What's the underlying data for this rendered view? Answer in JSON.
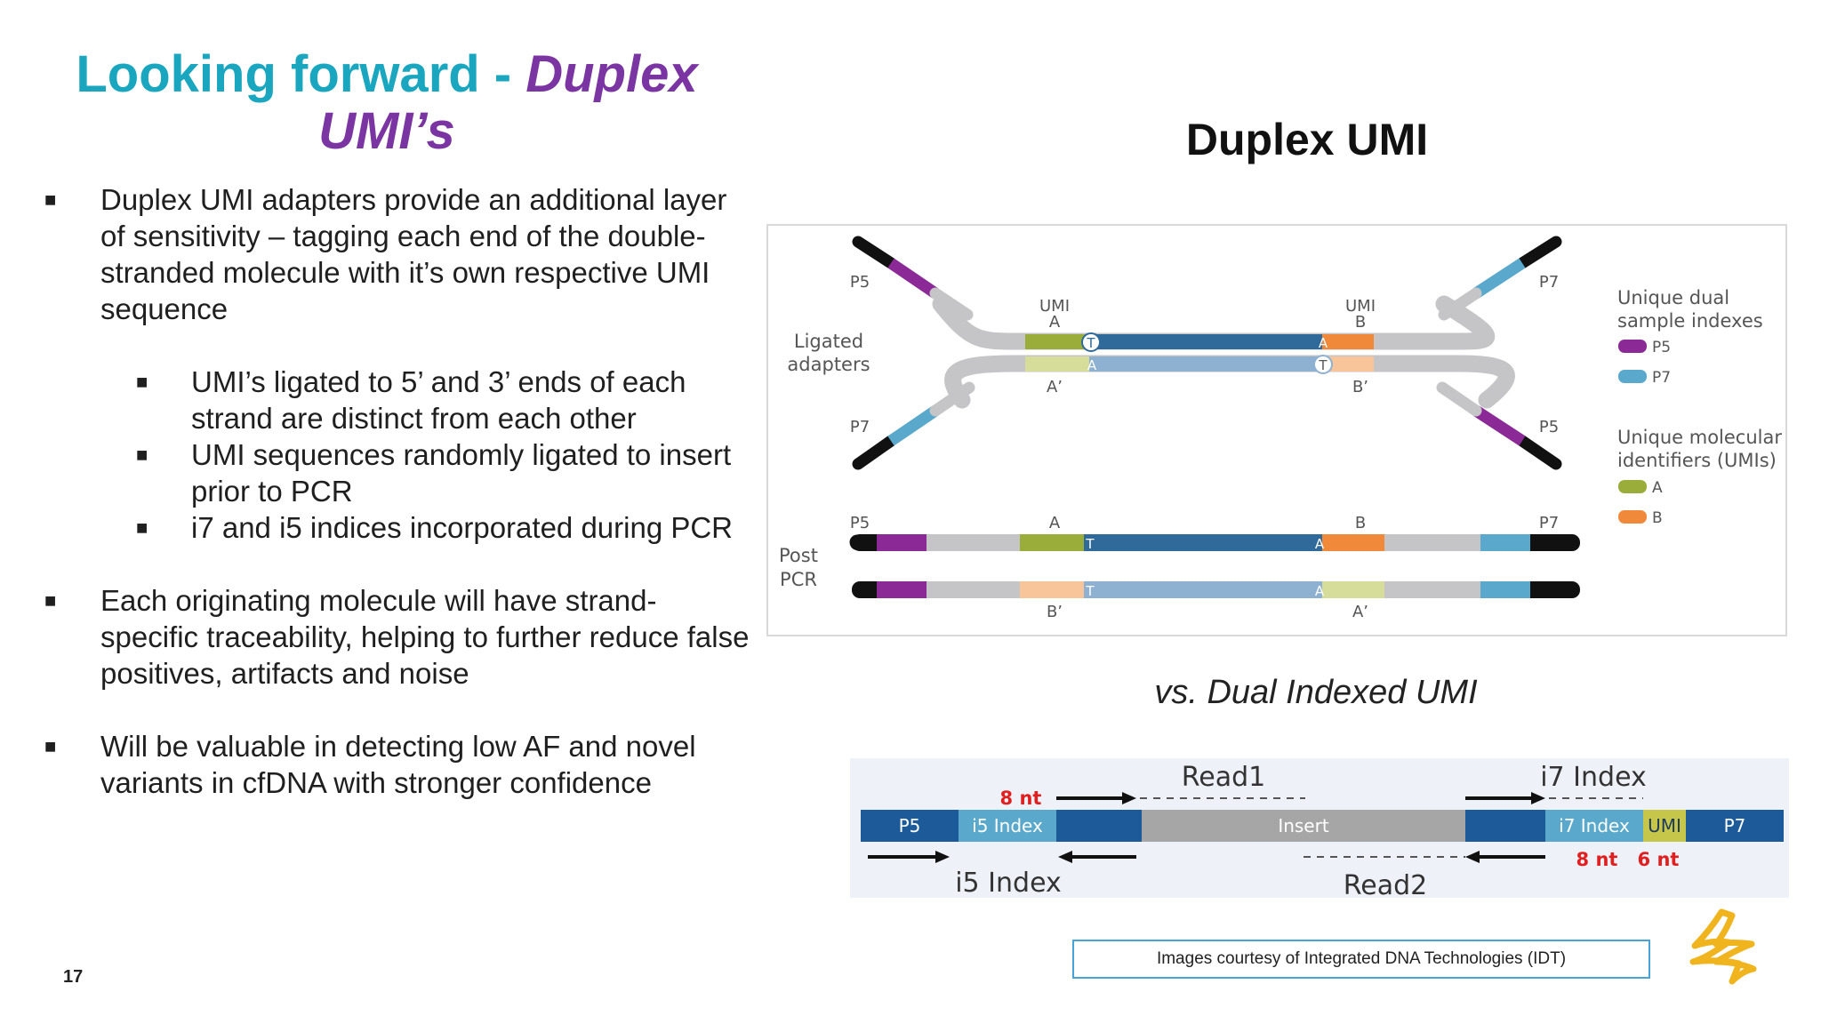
{
  "slide": {
    "title_main": "Looking forward - ",
    "title_accent_1": "Duplex",
    "title_accent_2": "UMI’s",
    "page_number": "17"
  },
  "bullets": [
    "Duplex UMI adapters provide an additional layer of sensitivity – tagging each end of the double-stranded molecule with it’s own respective UMI sequence",
    "Each originating molecule will have strand-specific traceability, helping to further reduce false positives, artifacts and noise",
    "Will be valuable in detecting low AF and novel variants in cfDNA with stronger confidence"
  ],
  "sub_bullets": [
    "UMI’s ligated to 5’ and 3’ ends of each strand are distinct from each other",
    "UMI sequences randomly ligated to insert prior to PCR",
    "i7 and i5 indices incorporated during PCR"
  ],
  "duplex_title": "Duplex UMI",
  "vs_title": "vs. Dual Indexed UMI",
  "credit": "Images courtesy of Integrated DNA Technologies (IDT)",
  "duplex_diagram": {
    "p5": "P5",
    "p7": "P7",
    "umi": "UMI",
    "a": "A",
    "b": "B",
    "a_prime": "A’",
    "b_prime": "B’",
    "t": "T",
    "ligated_1": "Ligated",
    "ligated_2": "adapters",
    "post_1": "Post",
    "post_2": "PCR",
    "legend_dual_1": "Unique dual",
    "legend_dual_2": "sample indexes",
    "legend_umi_1": "Unique molecular",
    "legend_umi_2": "identifiers (UMIs)",
    "colors": {
      "p5": "#8b2a96",
      "p7": "#5aa9cc",
      "umi_a": "#9aad3a",
      "umi_b": "#f08a3a",
      "dark_strand": "#2f6a9a",
      "light_strand": "#8fb1d1",
      "adapter": "#c5c5c8"
    }
  },
  "dual_diagram": {
    "read1": "Read1",
    "read2": "Read2",
    "i7_index_label": "i7 Index",
    "i5_index_label": "i5 Index",
    "nt8": "8 nt",
    "nt6": "6 nt",
    "seg_p5": "P5",
    "seg_i5": "i5 Index",
    "seg_insert": "Insert",
    "seg_i7": "i7 Index",
    "seg_umi": "UMI",
    "seg_p7": "P7"
  }
}
